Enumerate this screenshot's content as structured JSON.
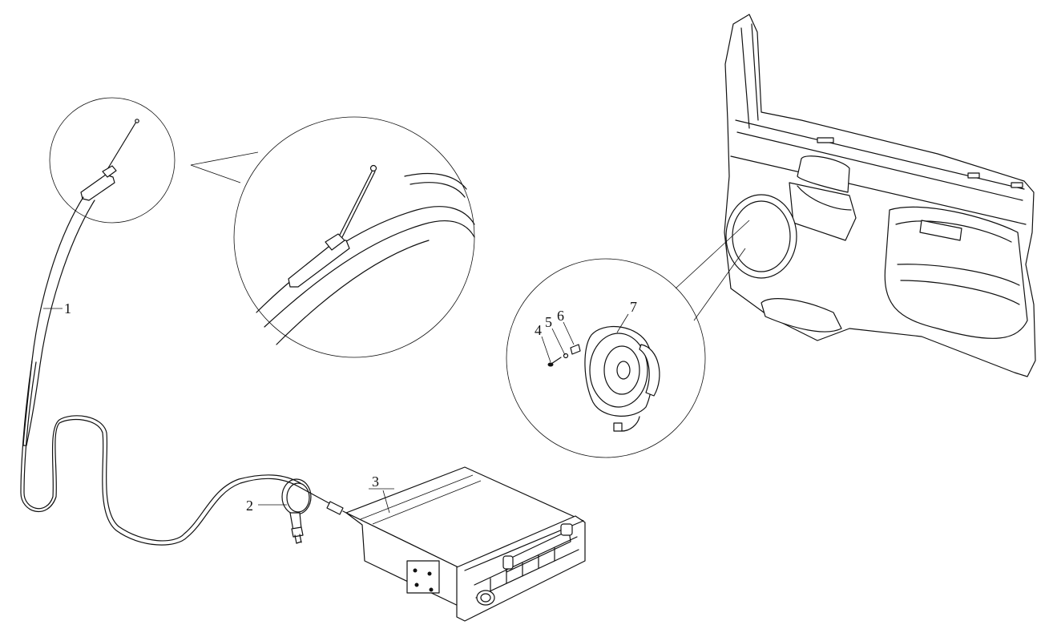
{
  "callouts": {
    "antenna": "1",
    "cable_clip": "2",
    "radio_unit": "3",
    "screw": "4",
    "washer": "5",
    "clip_nut": "6",
    "speaker": "7"
  }
}
